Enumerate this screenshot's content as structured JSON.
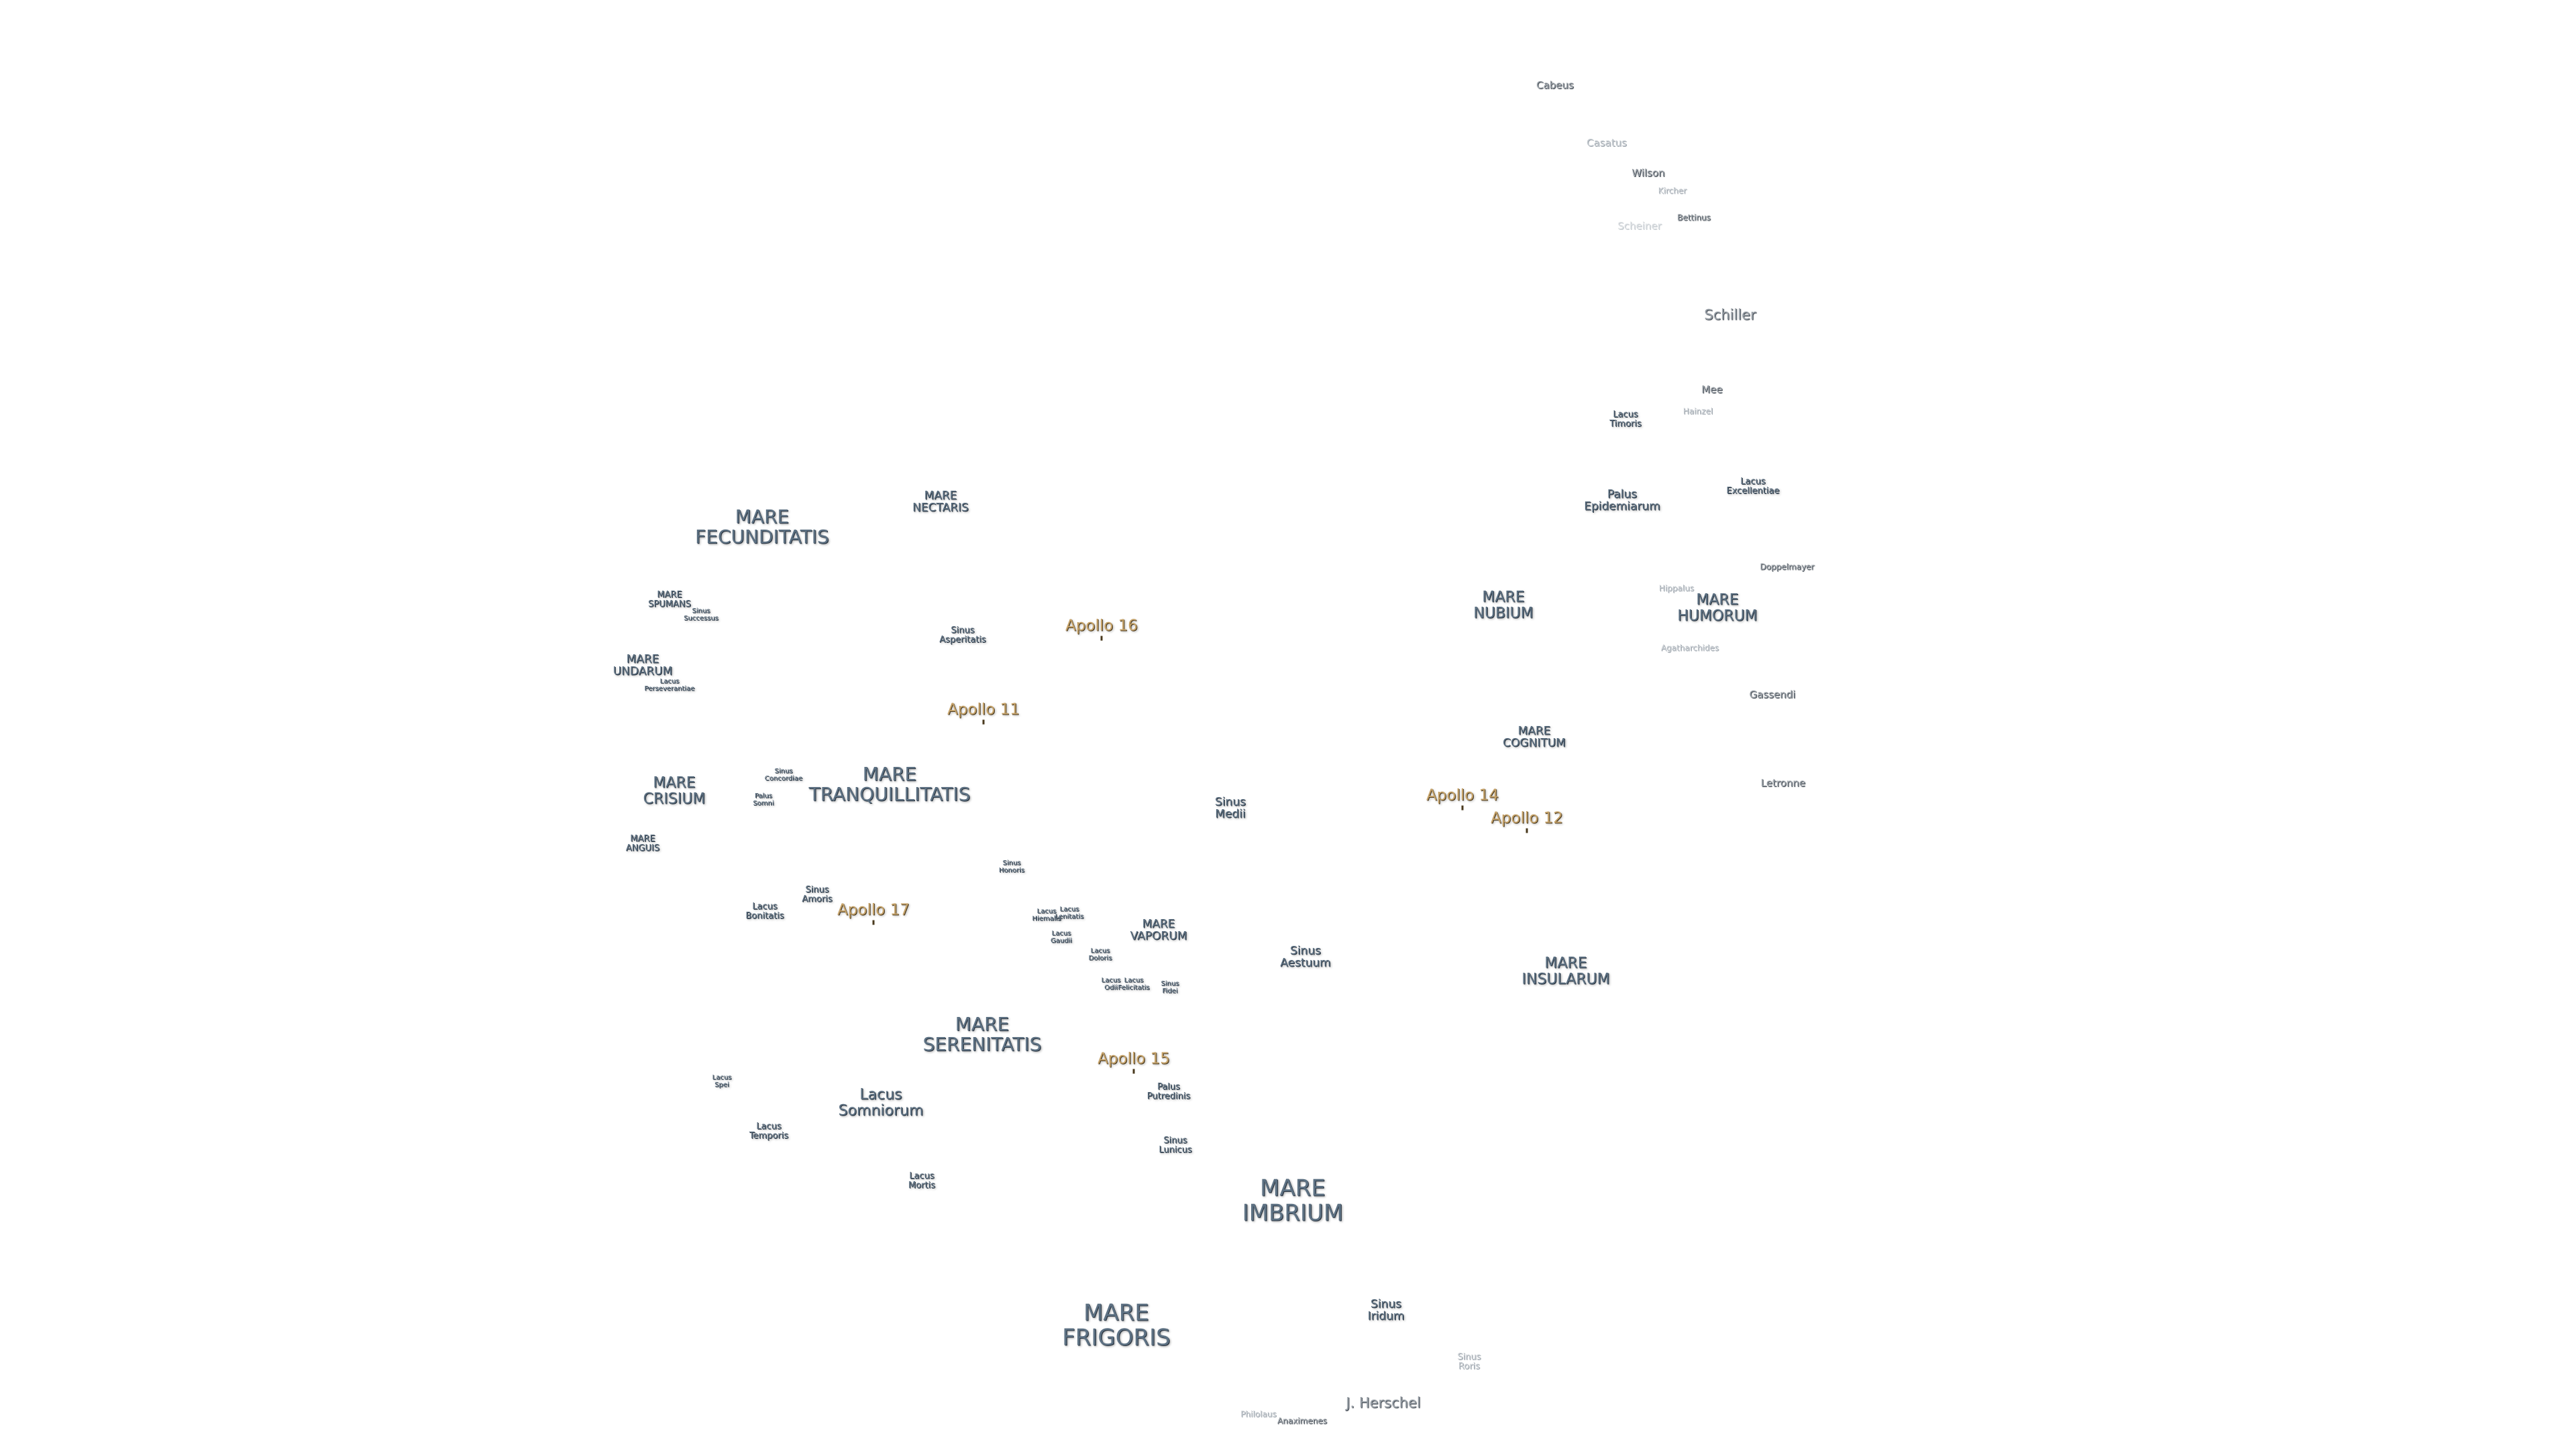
{
  "maria": [
    {
      "key": "fecunditatis",
      "lines": [
        "MARE",
        "FECUNDITATIS"
      ]
    },
    {
      "key": "nectaris",
      "lines": [
        "MARE",
        "NECTARIS"
      ]
    },
    {
      "key": "spumans",
      "lines": [
        "MARE",
        "SPUMANS"
      ]
    },
    {
      "key": "undarum",
      "lines": [
        "MARE",
        "UNDARUM"
      ]
    },
    {
      "key": "crisium",
      "lines": [
        "MARE",
        "CRISIUM"
      ]
    },
    {
      "key": "tranquillitatis",
      "lines": [
        "MARE",
        "TRANQUILLITATIS"
      ]
    },
    {
      "key": "anguis",
      "lines": [
        "MARE",
        "ANGUIS"
      ]
    },
    {
      "key": "serenitatis",
      "lines": [
        "MARE",
        "SERENITATIS"
      ]
    },
    {
      "key": "vaporum",
      "lines": [
        "MARE",
        "VAPORUM"
      ]
    },
    {
      "key": "imbrium",
      "lines": [
        "MARE",
        "IMBRIUM"
      ]
    },
    {
      "key": "frigoris",
      "lines": [
        "MARE",
        "FRIGORIS"
      ]
    },
    {
      "key": "nubium",
      "lines": [
        "MARE",
        "NUBIUM"
      ]
    },
    {
      "key": "humorum",
      "lines": [
        "MARE",
        "HUMORUM"
      ]
    },
    {
      "key": "cognitum",
      "lines": [
        "MARE",
        "COGNITUM"
      ]
    },
    {
      "key": "insularum",
      "lines": [
        "MARE",
        "INSULARUM"
      ]
    }
  ],
  "features": [
    {
      "key": "sinus-successus",
      "lines": [
        "Sinus",
        "Successus"
      ]
    },
    {
      "key": "lacus-perseverantiae",
      "lines": [
        "Lacus",
        "Perseverantiae"
      ]
    },
    {
      "key": "sinus-asperitatis",
      "lines": [
        "Sinus",
        "Asperitatis"
      ]
    },
    {
      "key": "sinus-concordiae",
      "lines": [
        "Sinus",
        "Concordiae"
      ]
    },
    {
      "key": "palus-somni",
      "lines": [
        "Palus",
        "Somni"
      ]
    },
    {
      "key": "sinus-amoris",
      "lines": [
        "Sinus",
        "Amoris"
      ]
    },
    {
      "key": "lacus-bonitatis",
      "lines": [
        "Lacus",
        "Bonitatis"
      ]
    },
    {
      "key": "sinus-honoris",
      "lines": [
        "Sinus",
        "Honoris"
      ]
    },
    {
      "key": "lacus-hiemalis",
      "lines": [
        "Lacus",
        "Hiemalis"
      ]
    },
    {
      "key": "lacus-lenitatis",
      "lines": [
        "Lacus",
        "Lenitatis"
      ]
    },
    {
      "key": "lacus-gaudii",
      "lines": [
        "Lacus",
        "Gaudii"
      ]
    },
    {
      "key": "lacus-doloris",
      "lines": [
        "Lacus",
        "Doloris"
      ]
    },
    {
      "key": "lacus-odii",
      "lines": [
        "Lacus",
        "Odii"
      ]
    },
    {
      "key": "lacus-felicitatis",
      "lines": [
        "Lacus",
        "Felicitatis"
      ]
    },
    {
      "key": "sinus-fidei",
      "lines": [
        "Sinus",
        "Fidei"
      ]
    },
    {
      "key": "sinus-medii",
      "lines": [
        "Sinus",
        "Medii"
      ]
    },
    {
      "key": "sinus-aestuum",
      "lines": [
        "Sinus",
        "Aestuum"
      ]
    },
    {
      "key": "lacus-spei",
      "lines": [
        "Lacus",
        "Spei"
      ]
    },
    {
      "key": "lacus-somniorum",
      "lines": [
        "Lacus",
        "Somniorum"
      ]
    },
    {
      "key": "lacus-temporis",
      "lines": [
        "Lacus",
        "Temporis"
      ]
    },
    {
      "key": "lacus-mortis",
      "lines": [
        "Lacus",
        "Mortis"
      ]
    },
    {
      "key": "palus-putredinis",
      "lines": [
        "Palus",
        "Putredinis"
      ]
    },
    {
      "key": "sinus-lunicus",
      "lines": [
        "Sinus",
        "Lunicus"
      ]
    },
    {
      "key": "sinus-iridum",
      "lines": [
        "Sinus",
        "Iridum"
      ]
    },
    {
      "key": "sinus-roris",
      "lines": [
        "Sinus",
        "Roris"
      ]
    },
    {
      "key": "lacus-timoris",
      "lines": [
        "Lacus",
        "Timoris"
      ]
    },
    {
      "key": "palus-epidemiarum",
      "lines": [
        "Palus",
        "Epidemiarum"
      ]
    },
    {
      "key": "lacus-excellentiae",
      "lines": [
        "Lacus",
        "Excellentiae"
      ]
    }
  ],
  "apollo_sites": [
    {
      "key": "apollo-16",
      "label": "Apollo 16"
    },
    {
      "key": "apollo-11",
      "label": "Apollo 11"
    },
    {
      "key": "apollo-17",
      "label": "Apollo 17"
    },
    {
      "key": "apollo-15",
      "label": "Apollo 15"
    },
    {
      "key": "apollo-14",
      "label": "Apollo 14"
    },
    {
      "key": "apollo-12",
      "label": "Apollo 12"
    }
  ],
  "craters": [
    {
      "key": "cabeus",
      "label": "Cabeus"
    },
    {
      "key": "casatus",
      "label": "Casatus"
    },
    {
      "key": "wilson",
      "label": "Wilson"
    },
    {
      "key": "kircher",
      "label": "Kircher"
    },
    {
      "key": "bettinus",
      "label": "Bettinus"
    },
    {
      "key": "scheiner",
      "label": "Scheiner"
    },
    {
      "key": "schiller",
      "label": "Schiller"
    },
    {
      "key": "mee",
      "label": "Mee"
    },
    {
      "key": "hainzel",
      "label": "Hainzel"
    },
    {
      "key": "doppelmayer",
      "label": "Doppelmayer"
    },
    {
      "key": "hippalus",
      "label": "Hippalus"
    },
    {
      "key": "agatharchides",
      "label": "Agatharchides"
    },
    {
      "key": "gassendi",
      "label": "Gassendi"
    },
    {
      "key": "letronne",
      "label": "Letronne"
    },
    {
      "key": "j-herschel",
      "label": "J. Herschel"
    },
    {
      "key": "philolaus",
      "label": "Philolaus"
    },
    {
      "key": "anaximenes",
      "label": "Anaximenes"
    }
  ]
}
